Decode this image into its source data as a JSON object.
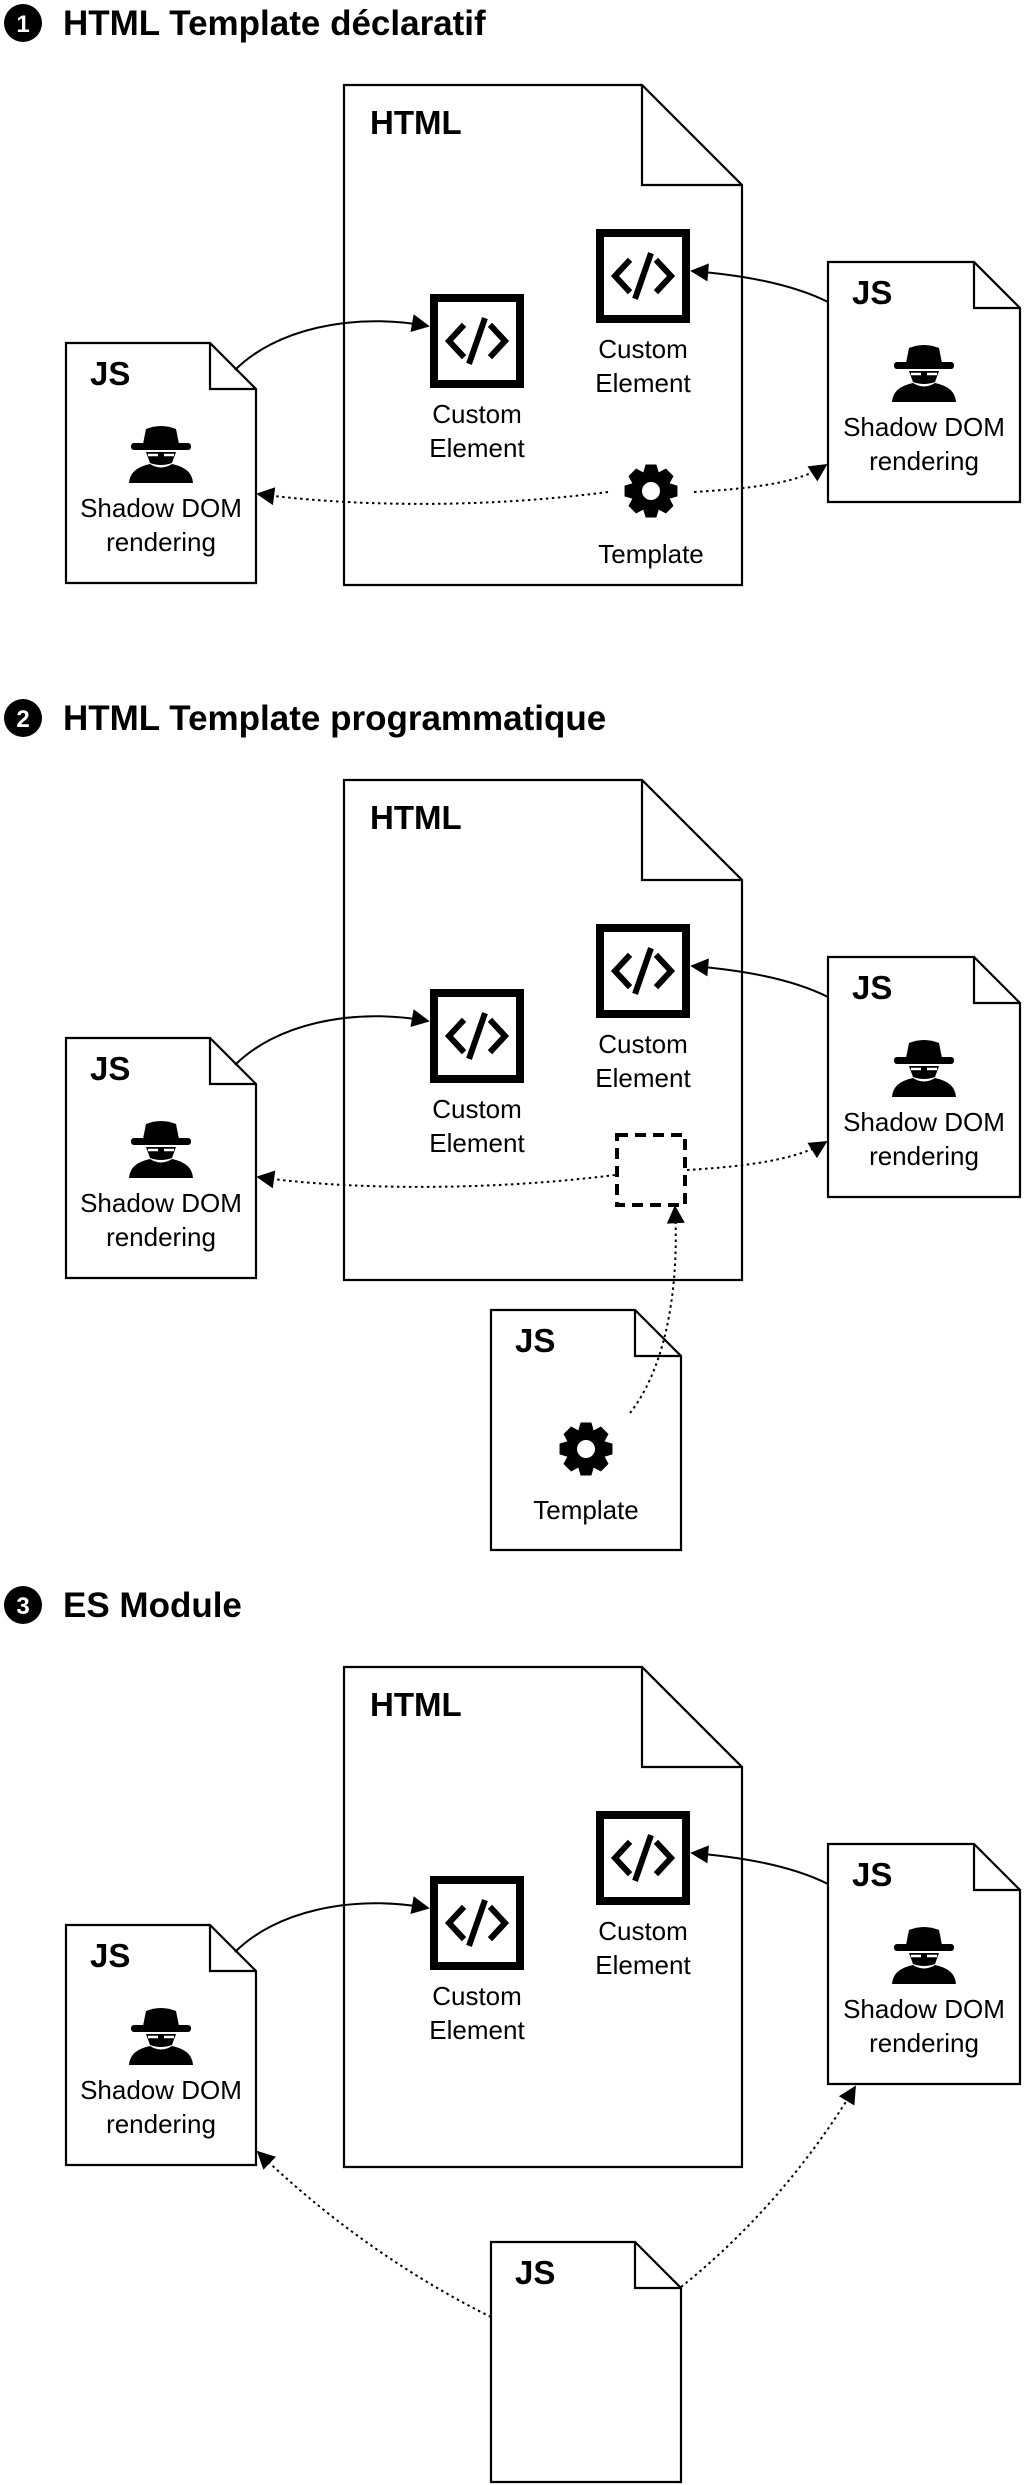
{
  "sections": [
    {
      "number": "1",
      "title": "HTML Template déclaratif",
      "html_doc": "HTML",
      "custom_element_1": [
        "Custom",
        "Element"
      ],
      "custom_element_2": [
        "Custom",
        "Element"
      ],
      "js_left": {
        "label": "JS",
        "caption": [
          "Shadow DOM",
          "rendering"
        ]
      },
      "js_right": {
        "label": "JS",
        "caption": [
          "Shadow DOM",
          "rendering"
        ]
      },
      "template_label": "Template"
    },
    {
      "number": "2",
      "title": "HTML Template programmatique",
      "html_doc": "HTML",
      "custom_element_1": [
        "Custom",
        "Element"
      ],
      "custom_element_2": [
        "Custom",
        "Element"
      ],
      "js_left": {
        "label": "JS",
        "caption": [
          "Shadow DOM",
          "rendering"
        ]
      },
      "js_right": {
        "label": "JS",
        "caption": [
          "Shadow DOM",
          "rendering"
        ]
      },
      "js_bottom": {
        "label": "JS",
        "caption": [
          "Template"
        ]
      }
    },
    {
      "number": "3",
      "title": "ES Module",
      "html_doc": "HTML",
      "custom_element_1": [
        "Custom",
        "Element"
      ],
      "custom_element_2": [
        "Custom",
        "Element"
      ],
      "js_left": {
        "label": "JS",
        "caption": [
          "Shadow DOM",
          "rendering"
        ]
      },
      "js_right": {
        "label": "JS",
        "caption": [
          "Shadow DOM",
          "rendering"
        ]
      },
      "js_bottom": {
        "label": "JS",
        "caption": []
      }
    }
  ],
  "icons": {
    "custom_element": "code-brackets-icon",
    "shadow_dom": "spy-icon",
    "template": "gear-icon"
  },
  "colors": {
    "stroke": "#000000",
    "background": "#ffffff"
  }
}
